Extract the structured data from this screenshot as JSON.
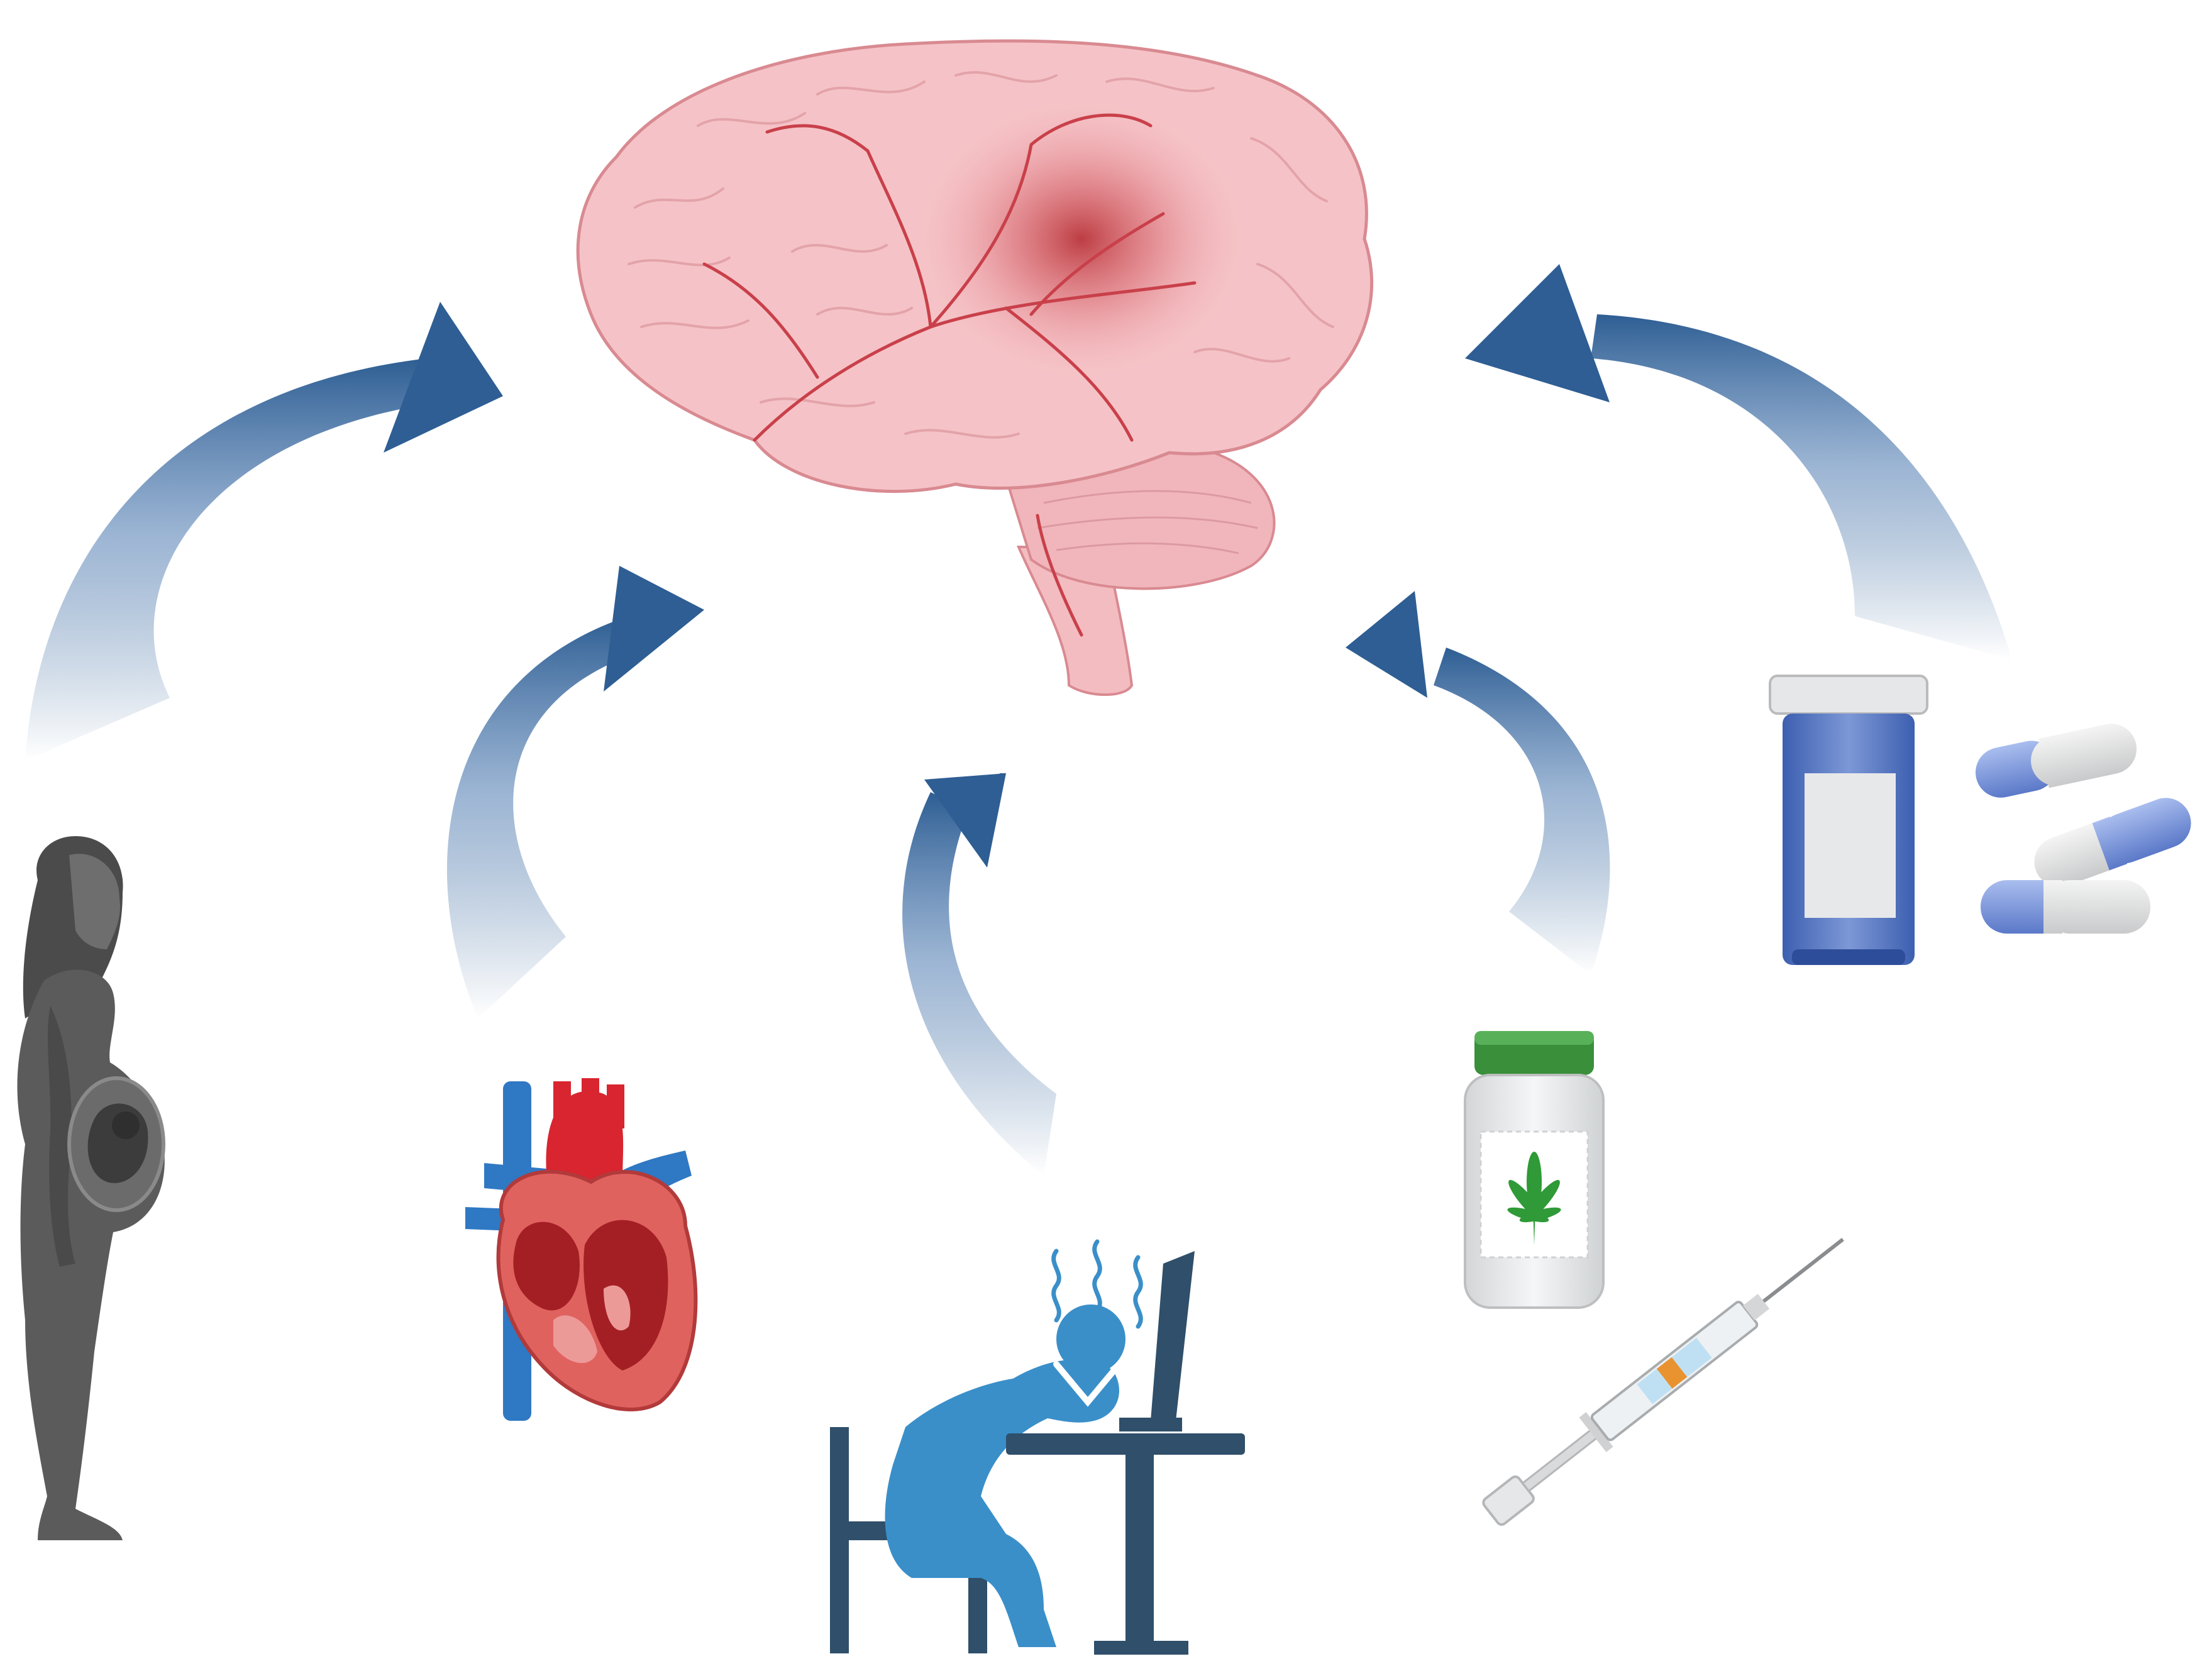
{
  "diagram": {
    "center": {
      "name": "brain",
      "icon": "brain-icon",
      "highlight_color": "#c0392b"
    },
    "factors": [
      {
        "key": "pregnancy",
        "icon": "pregnant-woman-icon",
        "color": "#5b5b5b"
      },
      {
        "key": "heart",
        "icon": "heart-icon",
        "color": "#c0392b"
      },
      {
        "key": "stress",
        "icon": "stressed-worker-icon",
        "color": "#3a8fc9"
      },
      {
        "key": "cannabis",
        "icon": "cannabis-bottle-icon",
        "color": "#3a8f3a"
      },
      {
        "key": "injection",
        "icon": "syringe-icon",
        "color": "#e8932f"
      },
      {
        "key": "medication",
        "icon": "pill-bottle-icon",
        "color": "#4a6fc9"
      }
    ],
    "arrows": {
      "color": "#2e5e93",
      "count": 5,
      "direction": "toward-brain"
    }
  }
}
